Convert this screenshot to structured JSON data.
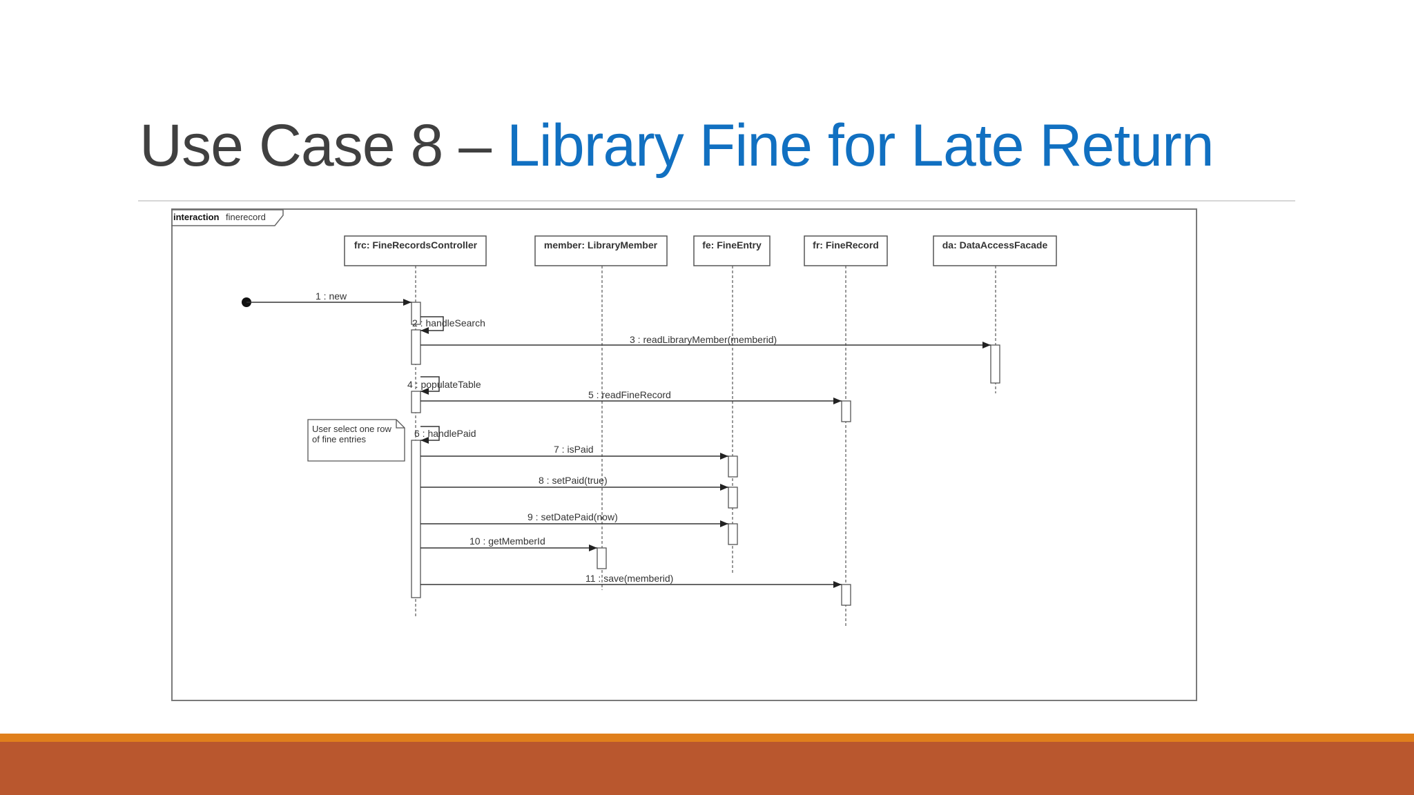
{
  "slide": {
    "title_prefix": "Use Case 8 – ",
    "title_accent": "Library Fine for Late Return",
    "accent_color": "#1170c1",
    "band_colors": [
      "#e07f1c",
      "#b9572e"
    ]
  },
  "diagram": {
    "frame_keyword": "interaction",
    "frame_name": "finerecord",
    "lifelines": [
      {
        "id": "frc",
        "label": "frc: FineRecordsController"
      },
      {
        "id": "member",
        "label": "member: LibraryMember"
      },
      {
        "id": "fe",
        "label": "fe: FineEntry"
      },
      {
        "id": "fr",
        "label": "fr: FineRecord"
      },
      {
        "id": "da",
        "label": "da: DataAccessFacade"
      }
    ],
    "messages": [
      {
        "label": "1 : new",
        "from": "start",
        "to": "frc"
      },
      {
        "label": "2 : handleSearch",
        "from": "frc",
        "to": "frc"
      },
      {
        "label": "3 : readLibraryMember(memberid)",
        "from": "frc",
        "to": "da"
      },
      {
        "label": "4 : populateTable",
        "from": "frc",
        "to": "frc"
      },
      {
        "label": "5 : readFineRecord",
        "from": "frc",
        "to": "fr"
      },
      {
        "label": "6 : handlePaid",
        "from": "frc",
        "to": "frc"
      },
      {
        "label": "7 : isPaid",
        "from": "frc",
        "to": "fe"
      },
      {
        "label": "8 : setPaid(true)",
        "from": "frc",
        "to": "fe"
      },
      {
        "label": "9 : setDatePaid(now)",
        "from": "frc",
        "to": "fe"
      },
      {
        "label": "10 : getMemberId",
        "from": "frc",
        "to": "member"
      },
      {
        "label": "11 : save(memberid)",
        "from": "frc",
        "to": "fr"
      }
    ],
    "note": {
      "lines": [
        "User select one row",
        "of fine entries"
      ]
    }
  }
}
